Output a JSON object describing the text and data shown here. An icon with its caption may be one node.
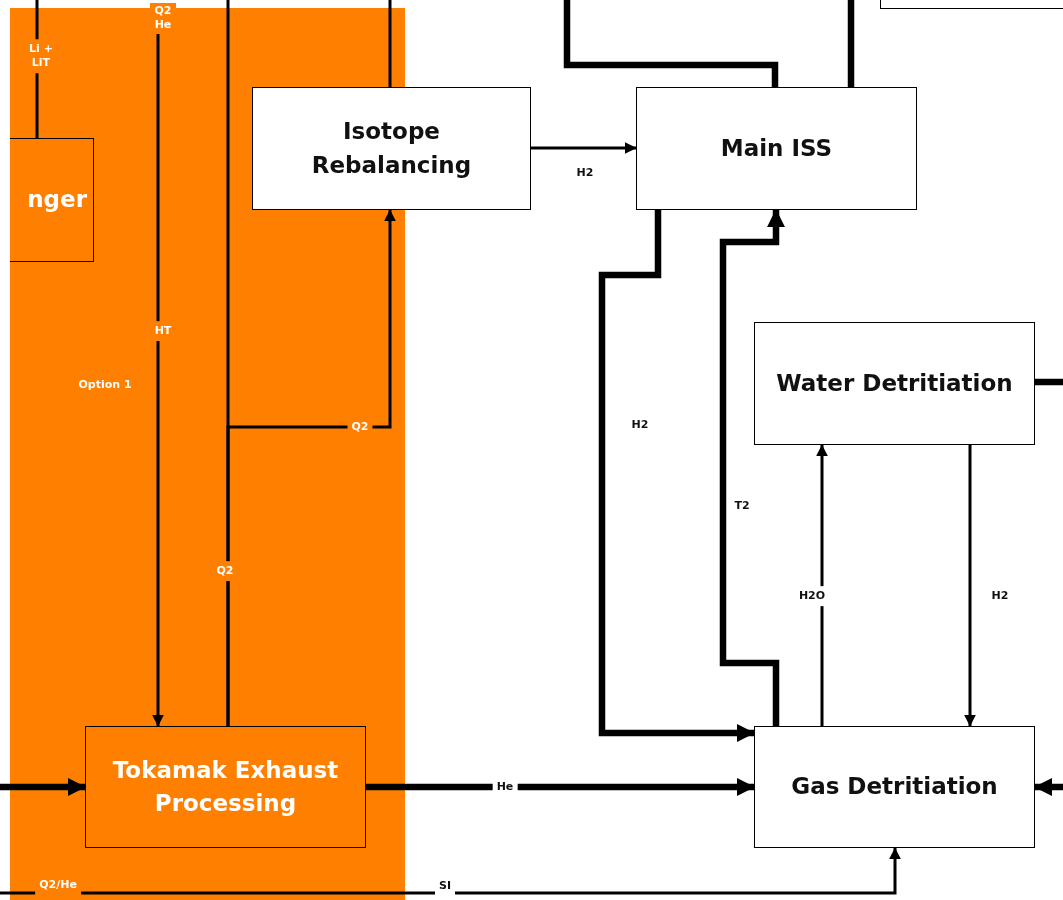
{
  "diagram": {
    "nodes": [
      {
        "text": [
          "nger"
        ]
      },
      {
        "text": [
          "Isotope Rebalancing"
        ]
      },
      {
        "text": [
          "Main ISS"
        ]
      },
      {
        "text": [
          "Water Detritiation"
        ]
      },
      {
        "text": [
          "Tokamak Exhaust Processing"
        ]
      },
      {
        "text": [
          "Gas Detritiation"
        ]
      },
      {
        "text": [],
        "shape": "box"
      },
      {
        "text": [
          "Q2 He"
        ]
      }
    ],
    "edges": [
      {
        "from": null,
        "to": 0,
        "arrow": "none",
        "label": "Li + LiT"
      },
      {
        "from": 7,
        "to": 4,
        "arrow": "to",
        "label": "HT"
      },
      {
        "from": 4,
        "to": null,
        "arrow": "none",
        "label": "Q2"
      },
      {
        "from": 4,
        "to": 1,
        "arrow": "to",
        "label": "Q2"
      },
      {
        "from": 1,
        "to": null,
        "arrow": "none"
      },
      {
        "from": 1,
        "to": 2,
        "arrow": "to",
        "label": "H2"
      },
      {
        "from": 2,
        "to": null,
        "arrow": "none",
        "style": "thick"
      },
      {
        "from": 2,
        "to": null,
        "arrow": "none",
        "style": "thick"
      },
      {
        "from": 2,
        "to": 5,
        "arrow": "to",
        "label": "H2",
        "style": "thick"
      },
      {
        "from": 5,
        "to": 2,
        "arrow": "to",
        "label": "T2",
        "style": "thick"
      },
      {
        "from": 5,
        "to": 3,
        "arrow": "to",
        "label": "H2O"
      },
      {
        "from": 3,
        "to": 5,
        "arrow": "to",
        "label": "H2"
      },
      {
        "from": 3,
        "to": null,
        "arrow": "none",
        "style": "thick"
      },
      {
        "from": 4,
        "to": 5,
        "arrow": "to",
        "label": "He",
        "style": "thick"
      },
      {
        "from": null,
        "to": 4,
        "arrow": "to",
        "style": "thick"
      },
      {
        "from": null,
        "to": 5,
        "arrow": "to",
        "style": "thick"
      },
      {
        "from": null,
        "to": 5,
        "arrow": "to",
        "label": "SI"
      }
    ],
    "labels": [
      "Option 1",
      "Q2/He"
    ]
  }
}
